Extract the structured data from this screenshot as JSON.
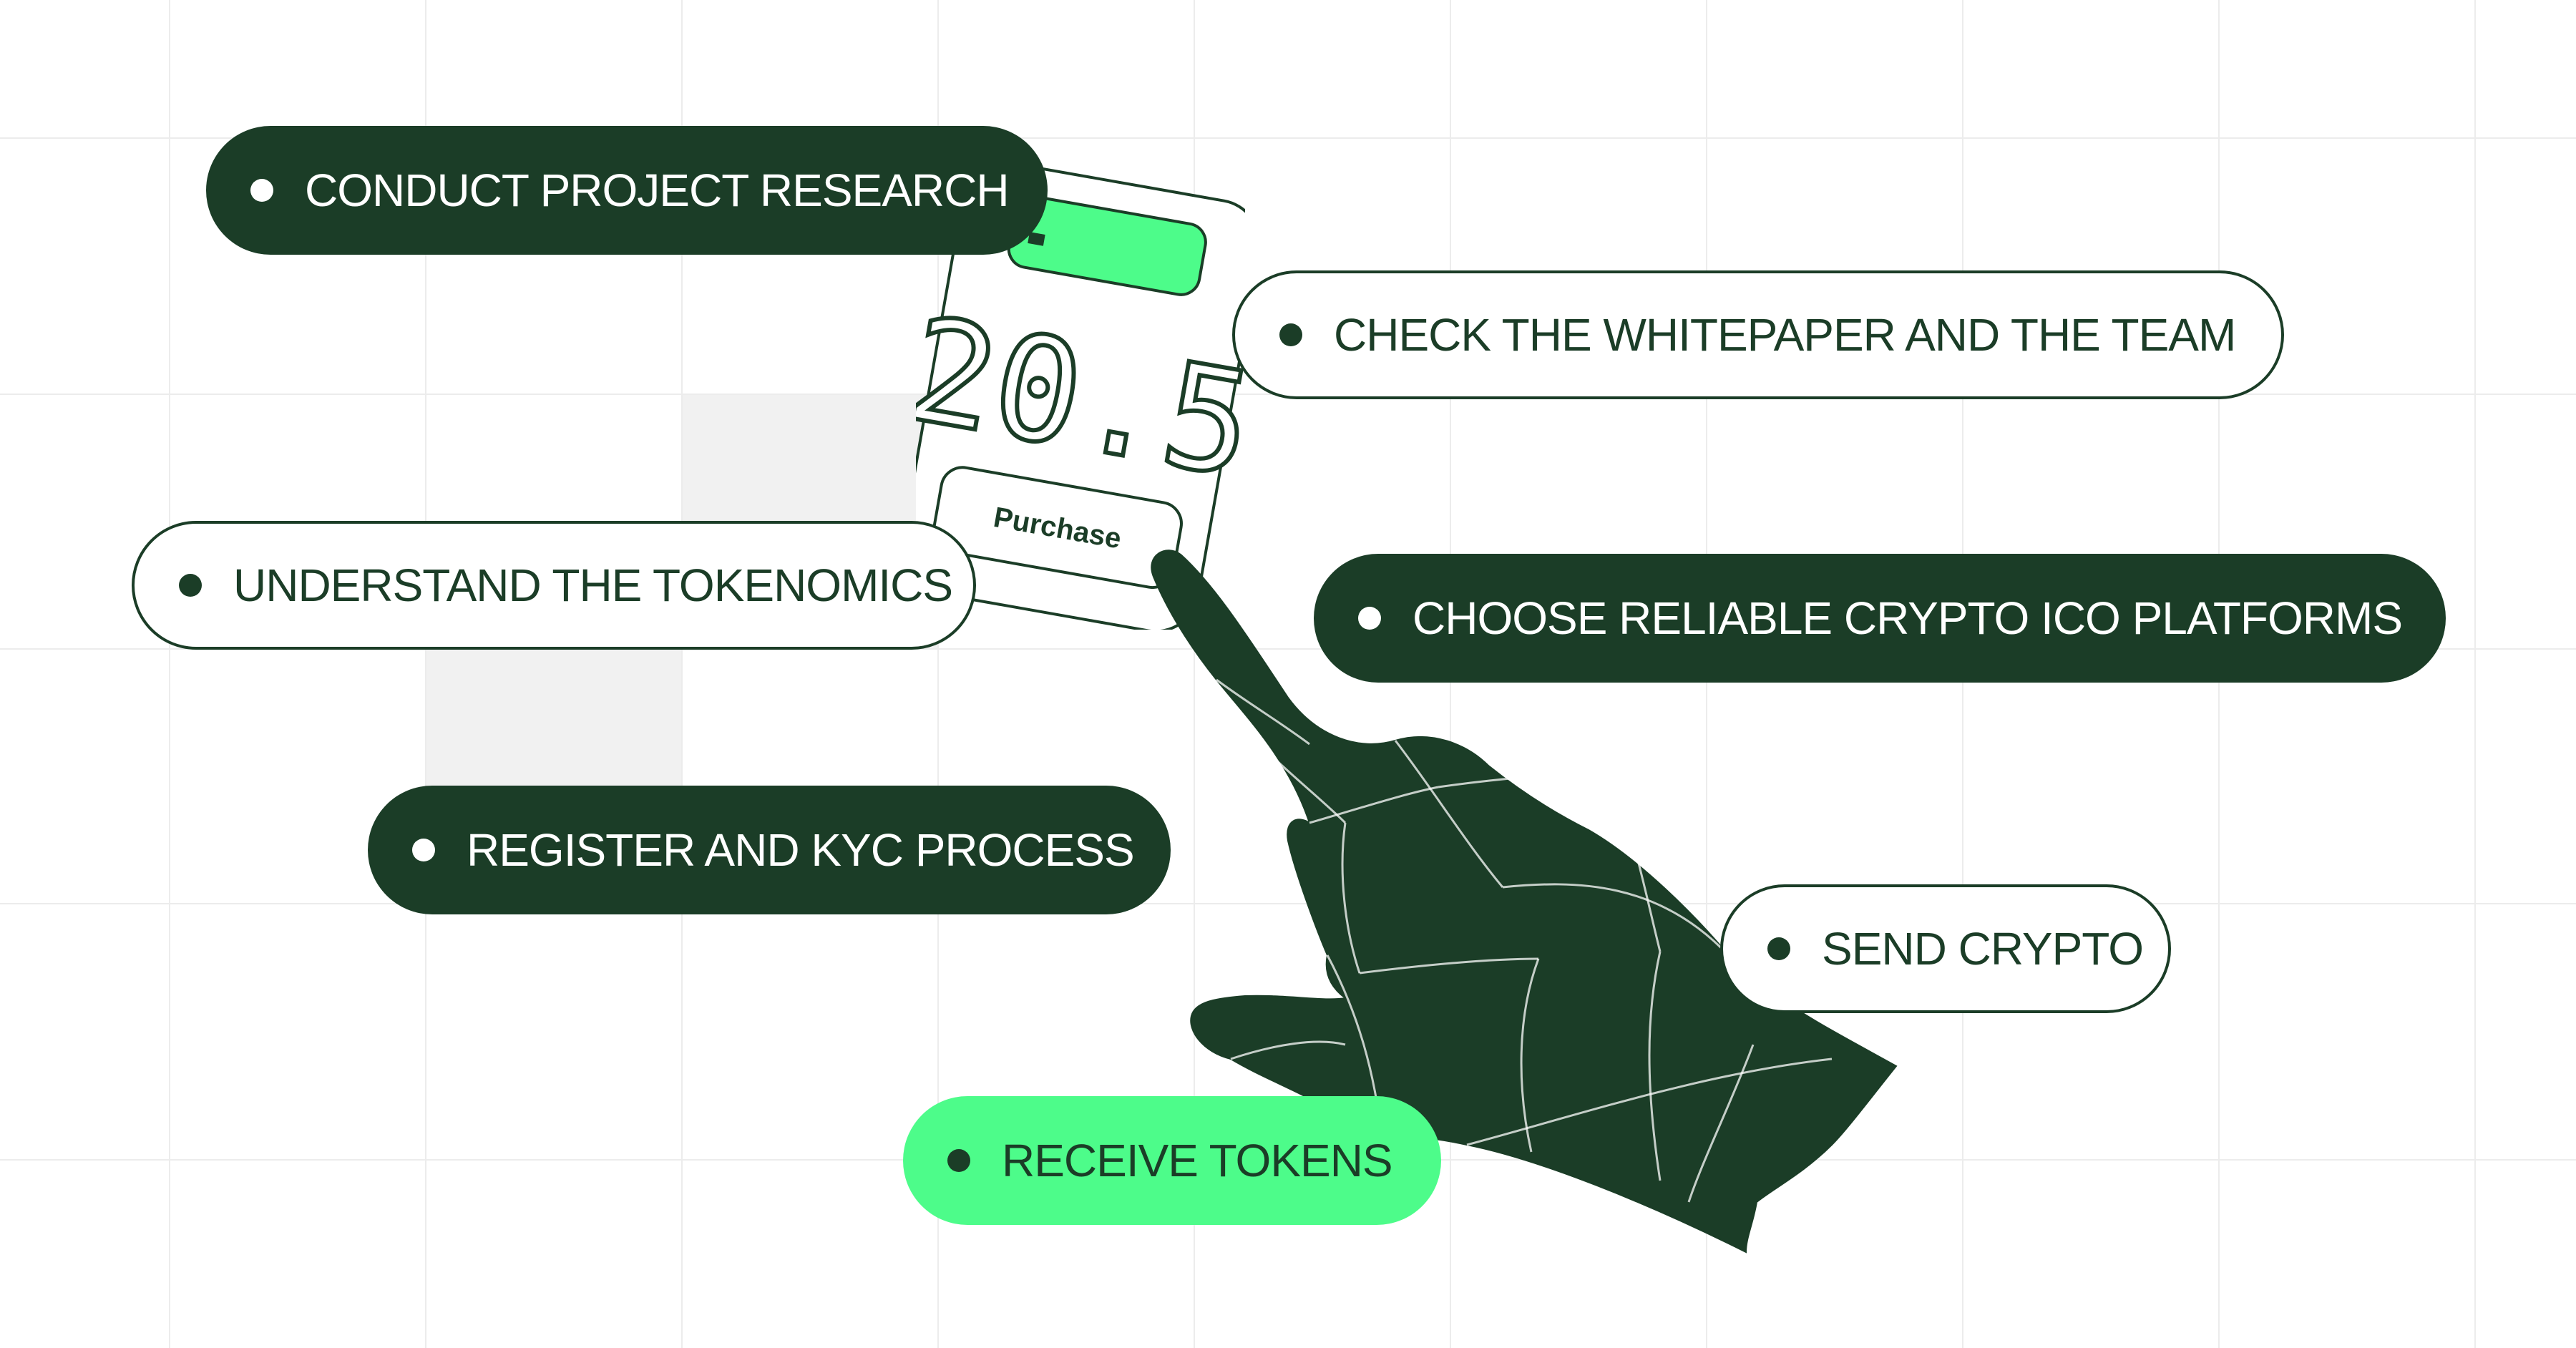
{
  "steps": [
    {
      "label": "CONDUCT PROJECT RESEARCH"
    },
    {
      "label": "CHECK THE WHITEPAPER AND THE TEAM"
    },
    {
      "label": "UNDERSTAND THE TOKENOMICS"
    },
    {
      "label": "CHOOSE RELIABLE CRYPTO ICO PLATFORMS"
    },
    {
      "label": "REGISTER AND KYC PROCESS"
    },
    {
      "label": "SEND CRYPTO"
    },
    {
      "label": "RECEIVE TOKENS"
    }
  ],
  "device": {
    "display_value": "20.5",
    "button_label": "Purchase"
  },
  "colors": {
    "dark_green": "#1b3d27",
    "accent_green": "#4dfc8a",
    "grid": "#ececec",
    "background": "#ffffff"
  },
  "icons": {
    "bullet": "dot-icon",
    "hand": "pointing-hand-icon"
  }
}
